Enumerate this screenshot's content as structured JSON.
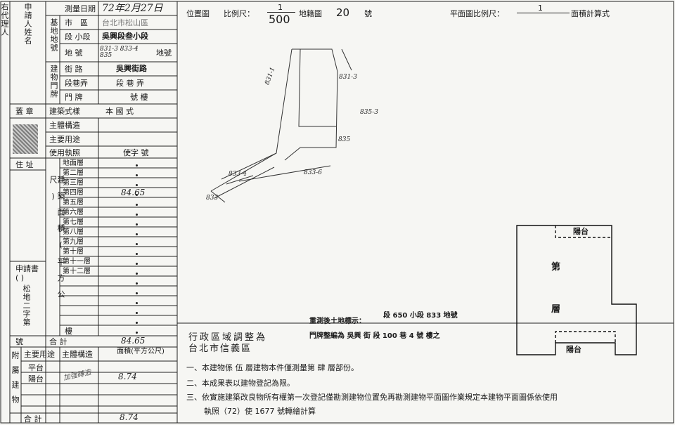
{
  "left_margin": {
    "text": "右代理人"
  },
  "form": {
    "applicant_name": "申請人姓名",
    "survey_date_label": "測量日期",
    "survey_date_value": "72年2月27日",
    "base_location_label": "基地地號",
    "city_label": "市　區",
    "city_value": "台北市松山區",
    "section_label": "段 小段",
    "section_value": "吳興段叁小段",
    "lot_label": "地 號",
    "lot_value": "831-3 833-4 835",
    "lot_suffix": "地號",
    "address_label": "建物門牌",
    "street_label": "街 路",
    "street_value": "吳興街路",
    "lane_label": "段巷弄",
    "lane_value": "段 巷 弄",
    "door_label": "門 牌",
    "door_value": "號 樓",
    "seal_label": "蓋 章",
    "style_label": "建築式樣",
    "style_value": "本 國 式",
    "structure_label": "主體構造",
    "use_label": "主要用途",
    "permit_label": "使用執照",
    "permit_value": "使字 號",
    "address_row_label": "住 址",
    "area_label": "建築面積(平方公尺)",
    "floors": [
      "地面層",
      "第二層",
      "第三層",
      "第四層",
      "第五層",
      "第六層",
      "第七層",
      "第八層",
      "第九層",
      "第十層",
      "第十一層",
      "第十二層"
    ],
    "floor4_value": "84.65",
    "total_label": "合 計",
    "total_value": "84.65",
    "app_label": "申請書",
    "app_paren": "( )",
    "app_text": "松地二字第",
    "app_num": "號",
    "sub_label": "附屬建物",
    "sub_use": "主要用途",
    "sub_structure": "主體構造",
    "sub_area": "面積(平方公尺)",
    "sub_items": [
      "平台",
      "陽台"
    ],
    "sub_structure_value": "加強磚造",
    "sub_area_value": "8.74",
    "sub_total_label": "合 計",
    "sub_total_value": "8.74",
    "extra_row_label": "樓"
  },
  "header": {
    "location_label": "位置圖",
    "scale_label": "比例尺：",
    "scale_num": "1",
    "scale_den": "500",
    "map_label": "地籍圖",
    "map_number": "20",
    "map_suffix": "號",
    "plan_label": "平面圖比例尺：",
    "plan_scale_num": "1",
    "plan_area_label": "面積計算式"
  },
  "map": {
    "lot_labels": [
      "831-1",
      "831-3",
      "835-3",
      "835",
      "833-4",
      "833-6",
      "833"
    ]
  },
  "floorplan": {
    "top_label": "陽台",
    "main_label_1": "第",
    "main_label_2": "層",
    "bottom_label": "陽台"
  },
  "adjust": {
    "line1": "行政區域調整為",
    "line2": "台北市信義區",
    "resurvey": "重測後土地標示：",
    "resurvey_section": "段 650 小段 833 地號",
    "door_edit": "門牌整編為 吳興 街 段 100 巷 4 號 樓之"
  },
  "notes": [
    "一、本建物係 伍 層建物本件僅測量第 肆 層部份。",
    "二、本成果表以建物登記為限。",
    "三、依實施建築改良物所有權第一次登記僅勘測建物位置免再勘測建物平面圖作業規定本建物平面圖係依使用",
    "執照（72）使 1677 號轉繪計算"
  ]
}
